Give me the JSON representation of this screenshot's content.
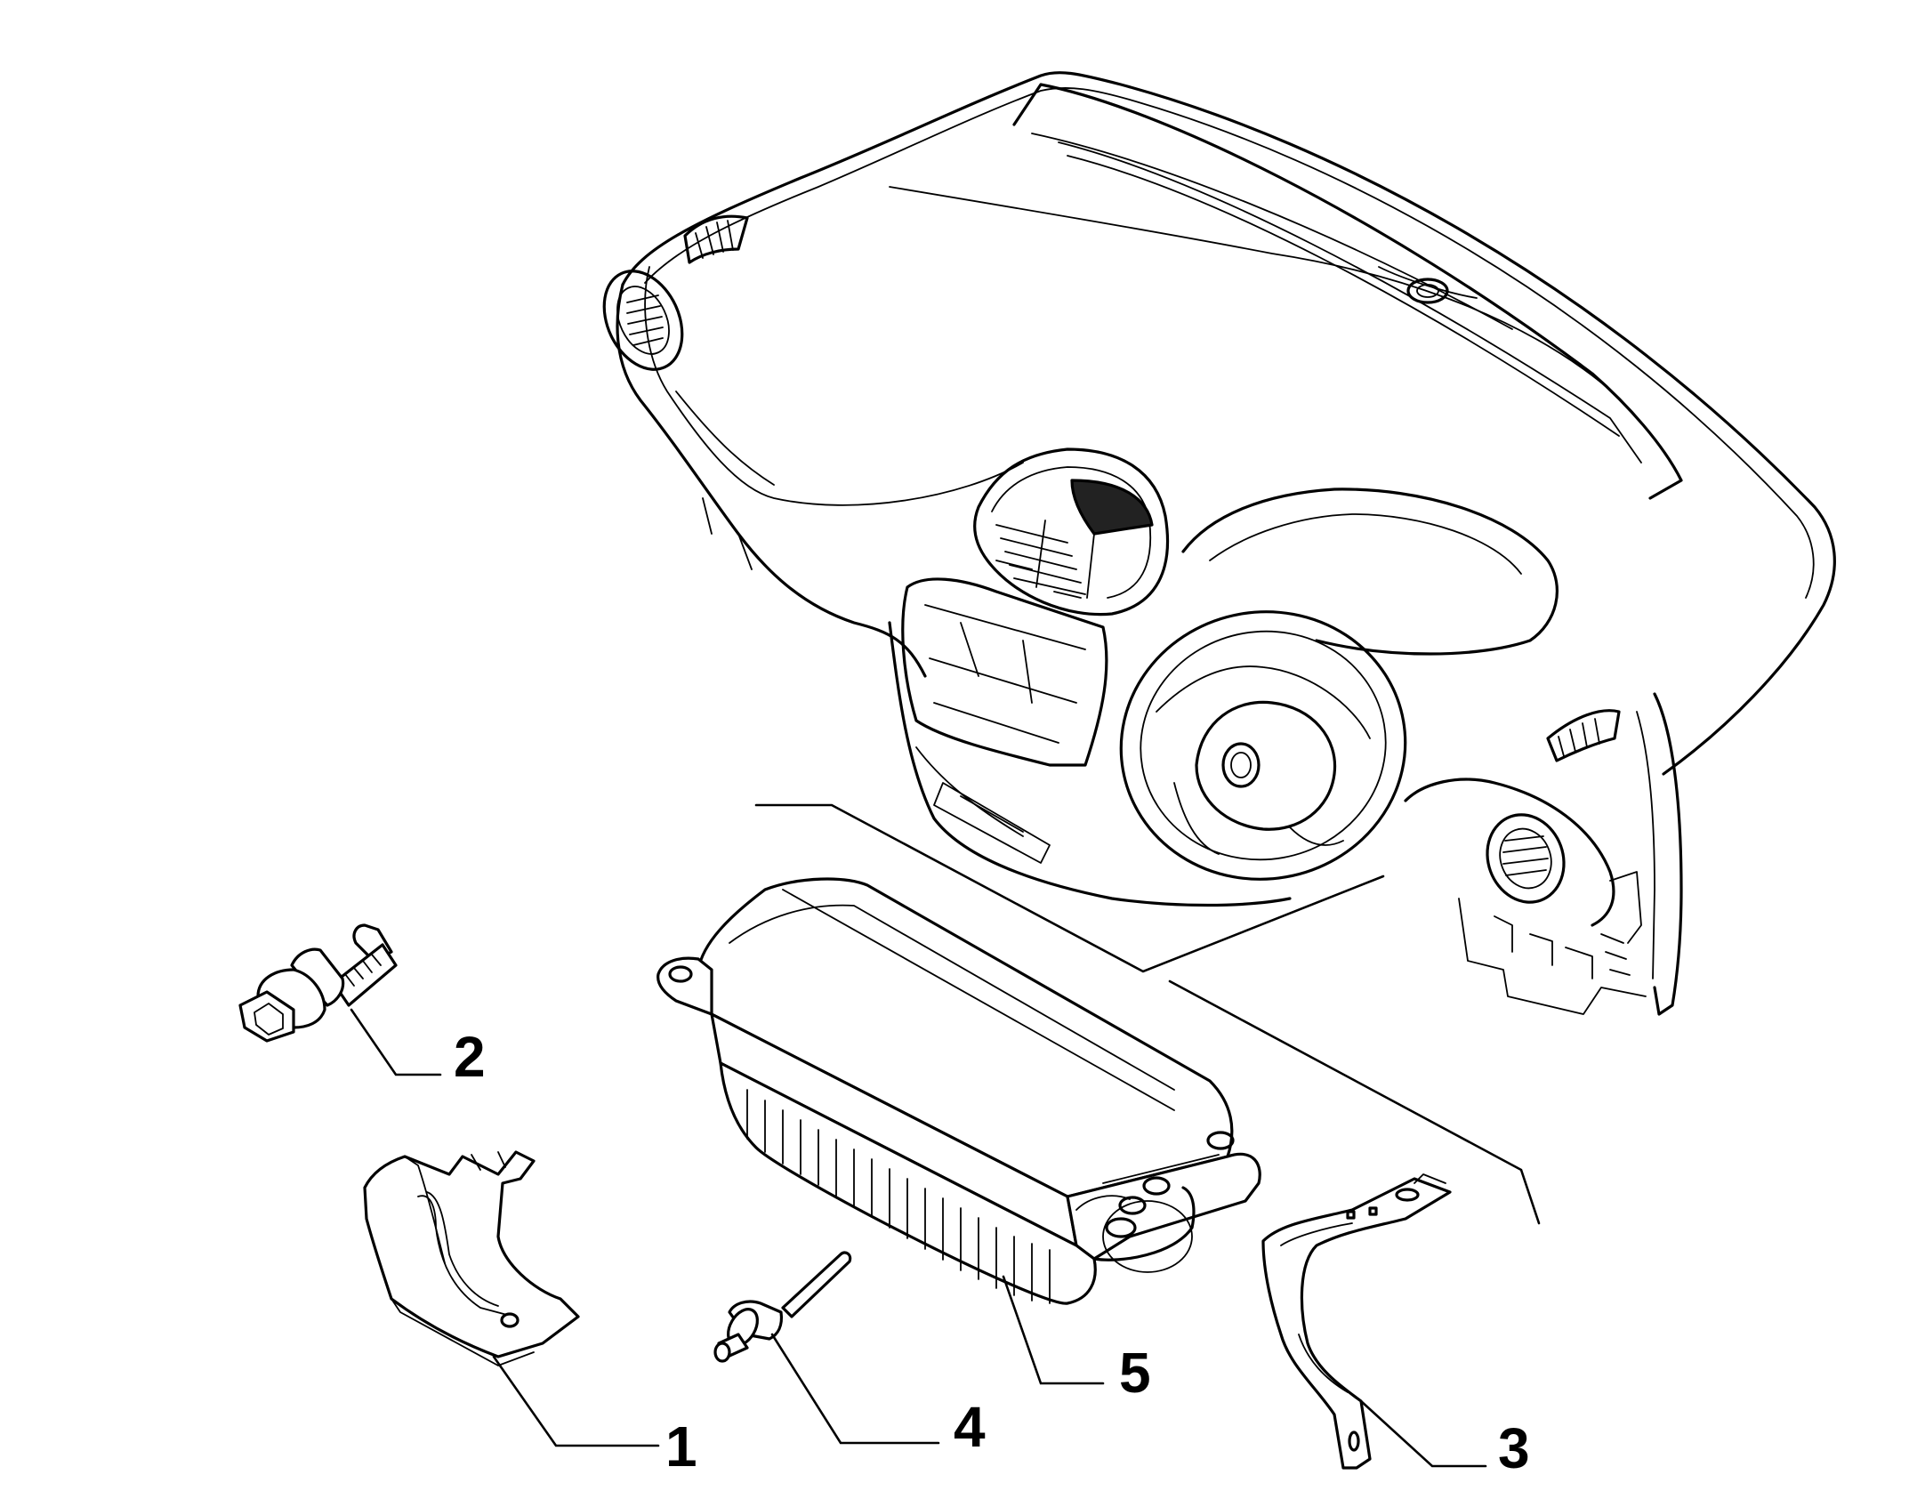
{
  "diagram": {
    "parts": [
      {
        "number": "1",
        "icon": "heat-shield-bracket"
      },
      {
        "number": "2",
        "icon": "hex-socket-screw"
      },
      {
        "number": "3",
        "icon": "support-bracket"
      },
      {
        "number": "4",
        "icon": "blind-rivet"
      },
      {
        "number": "5",
        "icon": "passenger-airbag-module"
      }
    ],
    "assembly_icon": "dashboard-assembly"
  }
}
